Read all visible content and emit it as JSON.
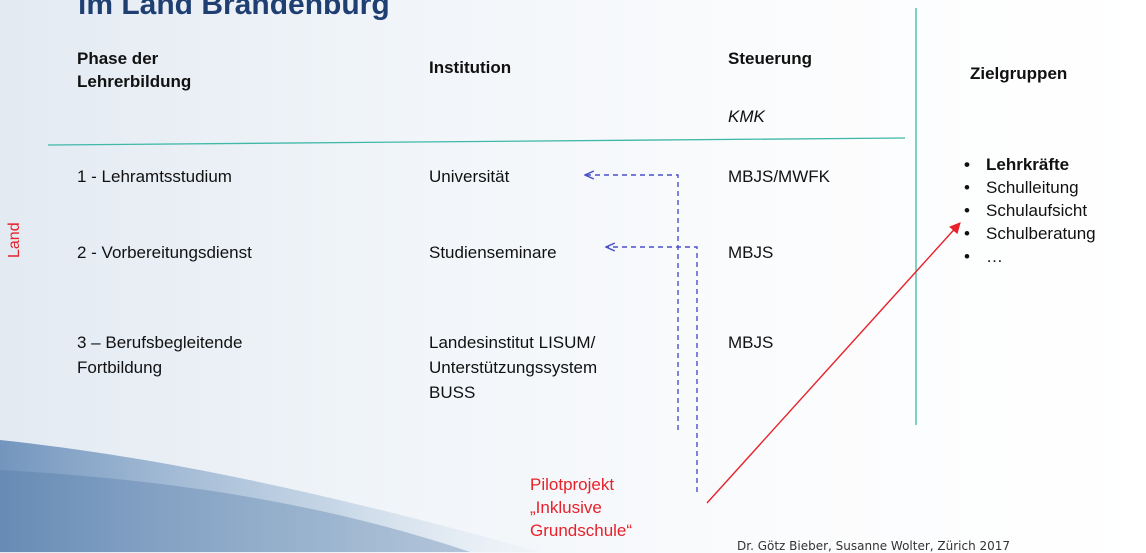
{
  "slide": {
    "title": "im Land Brandenburg",
    "side_label": "Land",
    "pilot_label_lines": [
      "Pilotprojekt",
      "„Inklusive",
      "Grundschule“"
    ],
    "footer": "Dr. Götz Bieber, Susanne Wolter,  Zürich 2017"
  },
  "table": {
    "headers": {
      "phase_line1": "Phase der",
      "phase_line2": "Lehrerbildung",
      "institution": "Institution",
      "steuerung": "Steuerung",
      "steuerung_sub": "KMK",
      "zielgruppen": "Zielgruppen"
    },
    "rows": [
      {
        "phase": [
          "1 - Lehramtsstudium"
        ],
        "institution": [
          "Universität"
        ],
        "steuerung": "MBJS/MWFK"
      },
      {
        "phase": [
          "2 - Vorbereitungsdienst"
        ],
        "institution": [
          "Studienseminare"
        ],
        "steuerung": "MBJS"
      },
      {
        "phase": [
          "3 – Berufsbegleitende",
          "Fortbildung"
        ],
        "institution": [
          "Landesinstitut LISUM/",
          "Unterstützungssystem",
          "BUSS"
        ],
        "steuerung": "MBJS"
      }
    ],
    "zielgruppen": [
      "Lehrkräfte",
      "Schulleitung",
      "Schulaufsicht",
      "Schulberatung",
      "…"
    ]
  },
  "colors": {
    "title": "#1f3f73",
    "accent_red": "#e8212a",
    "divider": "#3fb8a8",
    "dashed_arrow": "#4a50c8"
  }
}
